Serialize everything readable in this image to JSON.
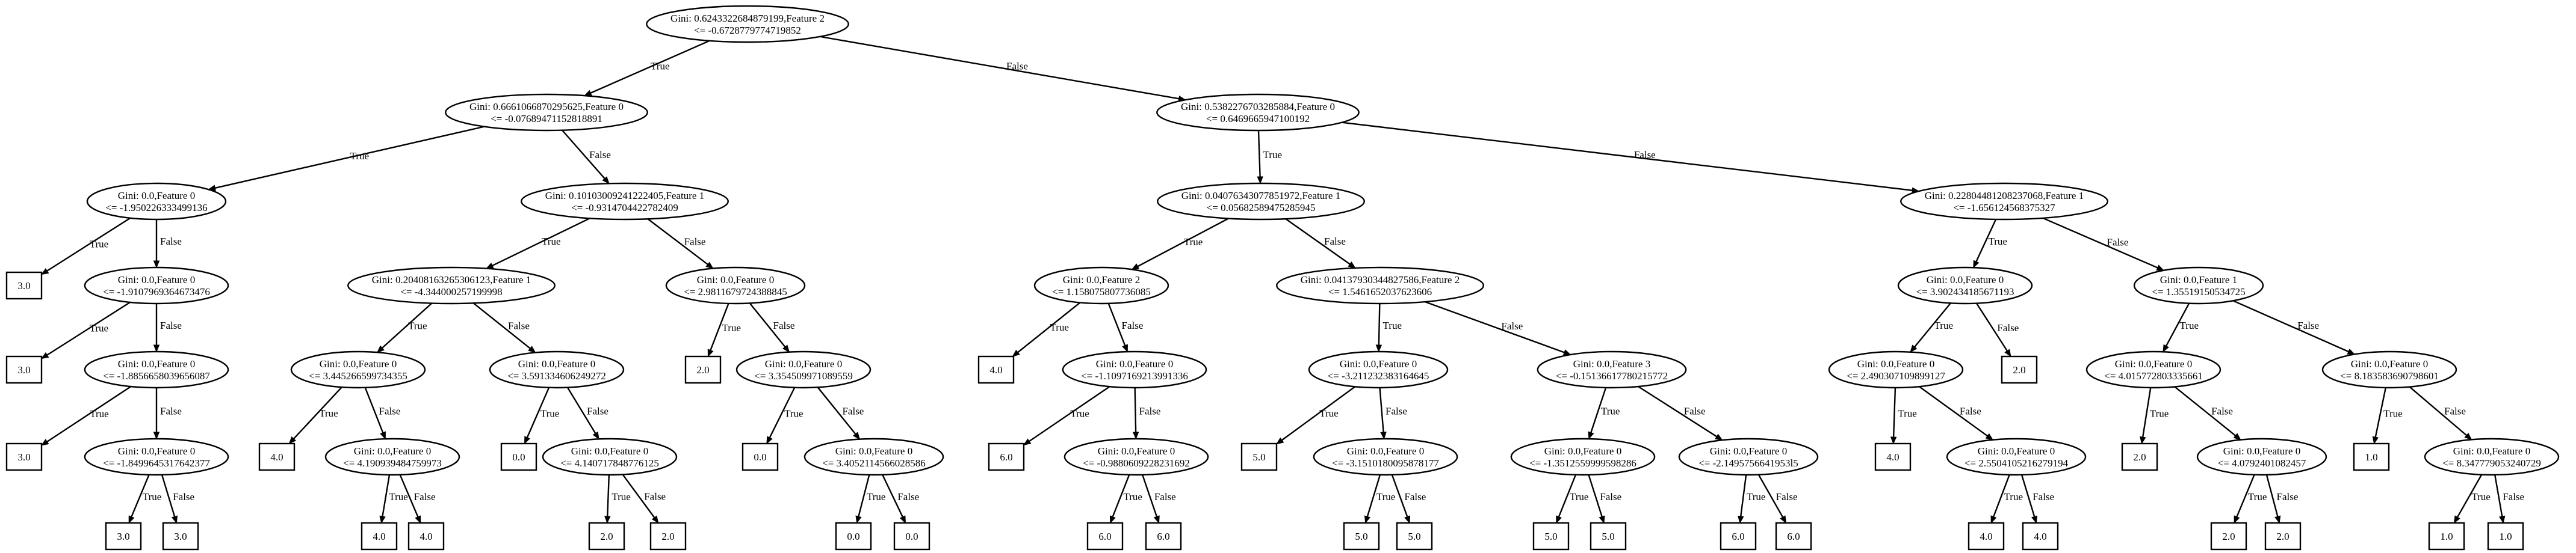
{
  "diagram": {
    "colors": {
      "stroke": "#000000",
      "fill": "#ffffff",
      "text": "#000000"
    },
    "edge_labels": {
      "true": "True",
      "false": "False"
    },
    "nodes": [
      {
        "id": "n0",
        "kind": "split",
        "lines": [
          "Gini: 0.6243322684879199,Feature 2",
          "<= -0.6728779774719852"
        ]
      },
      {
        "id": "n1",
        "kind": "split",
        "lines": [
          "Gini: 0.6661066870295625,Feature 0",
          "<= -0.07689471152818891"
        ]
      },
      {
        "id": "n2",
        "kind": "split",
        "lines": [
          "Gini: 0.5382276703285884,Feature 0",
          "<= 0.6469665947100192"
        ]
      },
      {
        "id": "n3",
        "kind": "split",
        "lines": [
          "Gini: 0.0,Feature 0",
          "<= -1.950226333499136"
        ]
      },
      {
        "id": "n4",
        "kind": "split",
        "lines": [
          "Gini: 0.10103009241222405,Feature 1",
          "<= -0.9314704422782409"
        ]
      },
      {
        "id": "n5",
        "kind": "split",
        "lines": [
          "Gini: 0.04076343077851972,Feature 1",
          "<= 0.05682589475285945"
        ]
      },
      {
        "id": "n6",
        "kind": "split",
        "lines": [
          "Gini: 0.22804481208237068,Feature 1",
          "<= -1.656124568375327"
        ]
      },
      {
        "id": "n7",
        "kind": "leaf",
        "lines": [
          "3.0"
        ]
      },
      {
        "id": "n8",
        "kind": "split",
        "lines": [
          "Gini: 0.0,Feature 0",
          "<= -1.9107969364673476"
        ]
      },
      {
        "id": "n9",
        "kind": "split",
        "lines": [
          "Gini: 0.20408163265306123,Feature 1",
          "<= -4.344000257199998"
        ]
      },
      {
        "id": "n10",
        "kind": "split",
        "lines": [
          "Gini: 0.0,Feature 0",
          "<= 2.9811679724388845"
        ]
      },
      {
        "id": "n11",
        "kind": "split",
        "lines": [
          "Gini: 0.0,Feature 2",
          "<= 1.158075807736085"
        ]
      },
      {
        "id": "n12",
        "kind": "split",
        "lines": [
          "Gini: 0.04137930344827586,Feature 2",
          "<= 1.5461652037623606"
        ]
      },
      {
        "id": "n13",
        "kind": "split",
        "lines": [
          "Gini: 0.0,Feature 0",
          "<= 3.902434185671193"
        ]
      },
      {
        "id": "n14",
        "kind": "split",
        "lines": [
          "Gini: 0.0,Feature 1",
          "<= 1.35519150534725"
        ]
      },
      {
        "id": "n15",
        "kind": "leaf",
        "lines": [
          "3.0"
        ]
      },
      {
        "id": "n16",
        "kind": "split",
        "lines": [
          "Gini: 0.0,Feature 0",
          "<= -1.8856658039656087"
        ]
      },
      {
        "id": "n17",
        "kind": "split",
        "lines": [
          "Gini: 0.0,Feature 0",
          "<= 3.445266599734355"
        ]
      },
      {
        "id": "n18",
        "kind": "split",
        "lines": [
          "Gini: 0.0,Feature 0",
          "<= 3.591334606249272"
        ]
      },
      {
        "id": "n19",
        "kind": "leaf",
        "lines": [
          "2.0"
        ]
      },
      {
        "id": "n20",
        "kind": "split",
        "lines": [
          "Gini: 0.0,Feature 0",
          "<= 3.354509971089559"
        ]
      },
      {
        "id": "n21",
        "kind": "leaf",
        "lines": [
          "4.0"
        ]
      },
      {
        "id": "n22",
        "kind": "split",
        "lines": [
          "Gini: 0.0,Feature 0",
          "<= -1.1097169213991336"
        ]
      },
      {
        "id": "n23",
        "kind": "split",
        "lines": [
          "Gini: 0.0,Feature 0",
          "<= -3.211232383164645"
        ]
      },
      {
        "id": "n24",
        "kind": "split",
        "lines": [
          "Gini: 0.0,Feature 3",
          "<= -0.15136617780215772"
        ]
      },
      {
        "id": "n25",
        "kind": "split",
        "lines": [
          "Gini: 0.0,Feature 0",
          "<= 2.490307109899127"
        ]
      },
      {
        "id": "n26",
        "kind": "leaf",
        "lines": [
          "2.0"
        ]
      },
      {
        "id": "n27",
        "kind": "split",
        "lines": [
          "Gini: 0.0,Feature 0",
          "<= 4.015772803335661"
        ]
      },
      {
        "id": "n28",
        "kind": "split",
        "lines": [
          "Gini: 0.0,Feature 0",
          "<= 8.183583690798601"
        ]
      },
      {
        "id": "n29",
        "kind": "leaf",
        "lines": [
          "3.0"
        ]
      },
      {
        "id": "n30",
        "kind": "split",
        "lines": [
          "Gini: 0.0,Feature 0",
          "<= -1.8499645317642377"
        ]
      },
      {
        "id": "n31",
        "kind": "leaf",
        "lines": [
          "4.0"
        ]
      },
      {
        "id": "n32",
        "kind": "split",
        "lines": [
          "Gini: 0.0,Feature 0",
          "<= 4.190939484759973"
        ]
      },
      {
        "id": "n33",
        "kind": "leaf",
        "lines": [
          "0.0"
        ]
      },
      {
        "id": "n34",
        "kind": "split",
        "lines": [
          "Gini: 0.0,Feature 0",
          "<= 4.140717848776125"
        ]
      },
      {
        "id": "n35",
        "kind": "leaf",
        "lines": [
          "0.0"
        ]
      },
      {
        "id": "n36",
        "kind": "split",
        "lines": [
          "Gini: 0.0,Feature 0",
          "<= 3.4052114566028586"
        ]
      },
      {
        "id": "n37",
        "kind": "leaf",
        "lines": [
          "6.0"
        ]
      },
      {
        "id": "n38",
        "kind": "split",
        "lines": [
          "Gini: 0.0,Feature 0",
          "<= -0.9880609228231692"
        ]
      },
      {
        "id": "n39",
        "kind": "leaf",
        "lines": [
          "5.0"
        ]
      },
      {
        "id": "n40",
        "kind": "split",
        "lines": [
          "Gini: 0.0,Feature 0",
          "<= -3.1510180095878177"
        ]
      },
      {
        "id": "n41",
        "kind": "split",
        "lines": [
          "Gini: 0.0,Feature 0",
          "<= -1.3512559999598286"
        ]
      },
      {
        "id": "n42",
        "kind": "split",
        "lines": [
          "Gini: 0.0,Feature 0",
          "<= -2.1495756641953l5"
        ]
      },
      {
        "id": "n43",
        "kind": "leaf",
        "lines": [
          "4.0"
        ]
      },
      {
        "id": "n44",
        "kind": "split",
        "lines": [
          "Gini: 0.0,Feature 0",
          "<= 2.5504105216279194"
        ]
      },
      {
        "id": "n45",
        "kind": "leaf",
        "lines": [
          "2.0"
        ]
      },
      {
        "id": "n46",
        "kind": "split",
        "lines": [
          "Gini: 0.0,Feature 0",
          "<= 4.0792401082457"
        ]
      },
      {
        "id": "n47",
        "kind": "leaf",
        "lines": [
          "1.0"
        ]
      },
      {
        "id": "n48",
        "kind": "split",
        "lines": [
          "Gini: 0.0,Feature 0",
          "<= 8.347779053240729"
        ]
      },
      {
        "id": "n49",
        "kind": "leaf",
        "lines": [
          "3.0"
        ]
      },
      {
        "id": "n50",
        "kind": "leaf",
        "lines": [
          "3.0"
        ]
      },
      {
        "id": "n51",
        "kind": "leaf",
        "lines": [
          "4.0"
        ]
      },
      {
        "id": "n52",
        "kind": "leaf",
        "lines": [
          "4.0"
        ]
      },
      {
        "id": "n53",
        "kind": "leaf",
        "lines": [
          "2.0"
        ]
      },
      {
        "id": "n54",
        "kind": "leaf",
        "lines": [
          "2.0"
        ]
      },
      {
        "id": "n55",
        "kind": "leaf",
        "lines": [
          "0.0"
        ]
      },
      {
        "id": "n56",
        "kind": "leaf",
        "lines": [
          "0.0"
        ]
      },
      {
        "id": "n57",
        "kind": "leaf",
        "lines": [
          "6.0"
        ]
      },
      {
        "id": "n58",
        "kind": "leaf",
        "lines": [
          "6.0"
        ]
      },
      {
        "id": "n59",
        "kind": "leaf",
        "lines": [
          "5.0"
        ]
      },
      {
        "id": "n60",
        "kind": "leaf",
        "lines": [
          "5.0"
        ]
      },
      {
        "id": "n61",
        "kind": "leaf",
        "lines": [
          "5.0"
        ]
      },
      {
        "id": "n62",
        "kind": "leaf",
        "lines": [
          "5.0"
        ]
      },
      {
        "id": "n63",
        "kind": "leaf",
        "lines": [
          "6.0"
        ]
      },
      {
        "id": "n64",
        "kind": "leaf",
        "lines": [
          "6.0"
        ]
      },
      {
        "id": "n65",
        "kind": "leaf",
        "lines": [
          "4.0"
        ]
      },
      {
        "id": "n66",
        "kind": "leaf",
        "lines": [
          "4.0"
        ]
      },
      {
        "id": "n67",
        "kind": "leaf",
        "lines": [
          "2.0"
        ]
      },
      {
        "id": "n68",
        "kind": "leaf",
        "lines": [
          "2.0"
        ]
      },
      {
        "id": "n69",
        "kind": "leaf",
        "lines": [
          "1.0"
        ]
      },
      {
        "id": "n70",
        "kind": "leaf",
        "lines": [
          "1.0"
        ]
      }
    ],
    "edges": [
      {
        "from": "n0",
        "to": "n1",
        "label": "True"
      },
      {
        "from": "n0",
        "to": "n2",
        "label": "False"
      },
      {
        "from": "n1",
        "to": "n3",
        "label": "True"
      },
      {
        "from": "n1",
        "to": "n4",
        "label": "False"
      },
      {
        "from": "n2",
        "to": "n5",
        "label": "True"
      },
      {
        "from": "n2",
        "to": "n6",
        "label": "False"
      },
      {
        "from": "n3",
        "to": "n7",
        "label": "True"
      },
      {
        "from": "n3",
        "to": "n8",
        "label": "False"
      },
      {
        "from": "n4",
        "to": "n9",
        "label": "True"
      },
      {
        "from": "n4",
        "to": "n10",
        "label": "False"
      },
      {
        "from": "n5",
        "to": "n11",
        "label": "True"
      },
      {
        "from": "n5",
        "to": "n12",
        "label": "False"
      },
      {
        "from": "n6",
        "to": "n13",
        "label": "True"
      },
      {
        "from": "n6",
        "to": "n14",
        "label": "False"
      },
      {
        "from": "n8",
        "to": "n15",
        "label": "True"
      },
      {
        "from": "n8",
        "to": "n16",
        "label": "False"
      },
      {
        "from": "n9",
        "to": "n17",
        "label": "True"
      },
      {
        "from": "n9",
        "to": "n18",
        "label": "False"
      },
      {
        "from": "n10",
        "to": "n19",
        "label": "True"
      },
      {
        "from": "n10",
        "to": "n20",
        "label": "False"
      },
      {
        "from": "n11",
        "to": "n21",
        "label": "True"
      },
      {
        "from": "n11",
        "to": "n22",
        "label": "False"
      },
      {
        "from": "n12",
        "to": "n23",
        "label": "True"
      },
      {
        "from": "n12",
        "to": "n24",
        "label": "False"
      },
      {
        "from": "n13",
        "to": "n25",
        "label": "True"
      },
      {
        "from": "n13",
        "to": "n26",
        "label": "False"
      },
      {
        "from": "n14",
        "to": "n27",
        "label": "True"
      },
      {
        "from": "n14",
        "to": "n28",
        "label": "False"
      },
      {
        "from": "n16",
        "to": "n29",
        "label": "True"
      },
      {
        "from": "n16",
        "to": "n30",
        "label": "False"
      },
      {
        "from": "n17",
        "to": "n31",
        "label": "True"
      },
      {
        "from": "n17",
        "to": "n32",
        "label": "False"
      },
      {
        "from": "n18",
        "to": "n33",
        "label": "True"
      },
      {
        "from": "n18",
        "to": "n34",
        "label": "False"
      },
      {
        "from": "n20",
        "to": "n35",
        "label": "True"
      },
      {
        "from": "n20",
        "to": "n36",
        "label": "False"
      },
      {
        "from": "n22",
        "to": "n37",
        "label": "True"
      },
      {
        "from": "n22",
        "to": "n38",
        "label": "False"
      },
      {
        "from": "n23",
        "to": "n39",
        "label": "True"
      },
      {
        "from": "n23",
        "to": "n40",
        "label": "False"
      },
      {
        "from": "n24",
        "to": "n41",
        "label": "True"
      },
      {
        "from": "n24",
        "to": "n42",
        "label": "False"
      },
      {
        "from": "n25",
        "to": "n43",
        "label": "True"
      },
      {
        "from": "n25",
        "to": "n44",
        "label": "False"
      },
      {
        "from": "n27",
        "to": "n45",
        "label": "True"
      },
      {
        "from": "n27",
        "to": "n46",
        "label": "False"
      },
      {
        "from": "n28",
        "to": "n47",
        "label": "True"
      },
      {
        "from": "n28",
        "to": "n48",
        "label": "False"
      },
      {
        "from": "n30",
        "to": "n49",
        "label": "True"
      },
      {
        "from": "n30",
        "to": "n50",
        "label": "False"
      },
      {
        "from": "n32",
        "to": "n51",
        "label": "True"
      },
      {
        "from": "n32",
        "to": "n52",
        "label": "False"
      },
      {
        "from": "n34",
        "to": "n53",
        "label": "True"
      },
      {
        "from": "n34",
        "to": "n54",
        "label": "False"
      },
      {
        "from": "n36",
        "to": "n55",
        "label": "True"
      },
      {
        "from": "n36",
        "to": "n56",
        "label": "False"
      },
      {
        "from": "n38",
        "to": "n57",
        "label": "True"
      },
      {
        "from": "n38",
        "to": "n58",
        "label": "False"
      },
      {
        "from": "n40",
        "to": "n59",
        "label": "True"
      },
      {
        "from": "n40",
        "to": "n60",
        "label": "False"
      },
      {
        "from": "n41",
        "to": "n61",
        "label": "True"
      },
      {
        "from": "n41",
        "to": "n62",
        "label": "False"
      },
      {
        "from": "n42",
        "to": "n63",
        "label": "True"
      },
      {
        "from": "n42",
        "to": "n64",
        "label": "False"
      },
      {
        "from": "n44",
        "to": "n65",
        "label": "True"
      },
      {
        "from": "n44",
        "to": "n66",
        "label": "False"
      },
      {
        "from": "n46",
        "to": "n67",
        "label": "True"
      },
      {
        "from": "n46",
        "to": "n68",
        "label": "False"
      },
      {
        "from": "n48",
        "to": "n69",
        "label": "True"
      },
      {
        "from": "n48",
        "to": "n70",
        "label": "False"
      }
    ]
  }
}
